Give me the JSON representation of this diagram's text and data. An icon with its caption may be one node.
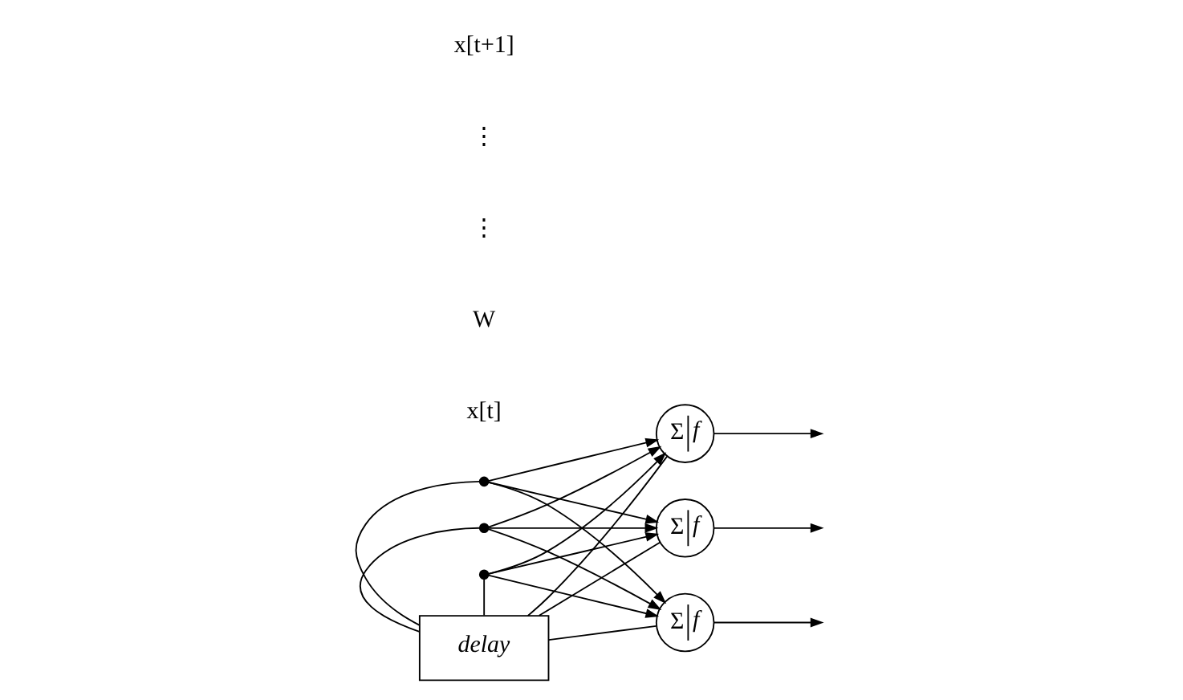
{
  "diagram": {
    "nodes": [
      {
        "text": [
          "delay"
        ]
      },
      {
        "text": [],
        "shape": "circle"
      },
      {
        "text": [],
        "shape": "circle"
      },
      {
        "text": [],
        "shape": "circle"
      },
      {
        "text": [
          "Σ",
          "f"
        ]
      },
      {
        "text": [
          "Σ",
          "f"
        ]
      },
      {
        "text": [
          "Σ",
          "f"
        ]
      }
    ],
    "edges": [
      {
        "from": 0,
        "to": 1,
        "arrow": "none"
      },
      {
        "from": 0,
        "to": 2,
        "arrow": "none"
      },
      {
        "from": 0,
        "to": 3,
        "arrow": "none"
      },
      {
        "from": 1,
        "to": 4,
        "arrow": "to"
      },
      {
        "from": 1,
        "to": 5,
        "arrow": "to"
      },
      {
        "from": 1,
        "to": 6,
        "arrow": "to"
      },
      {
        "from": 2,
        "to": 4,
        "arrow": "to"
      },
      {
        "from": 2,
        "to": 5,
        "arrow": "to"
      },
      {
        "from": 2,
        "to": 6,
        "arrow": "to"
      },
      {
        "from": 3,
        "to": 4,
        "arrow": "to"
      },
      {
        "from": 3,
        "to": 5,
        "arrow": "to"
      },
      {
        "from": 3,
        "to": 6,
        "arrow": "to"
      },
      {
        "from": 4,
        "to": 0,
        "arrow": "none"
      },
      {
        "from": 5,
        "to": 0,
        "arrow": "none"
      },
      {
        "from": 6,
        "to": 0,
        "arrow": "none"
      },
      {
        "from": 4,
        "to": null,
        "arrow": "to"
      },
      {
        "from": 5,
        "to": null,
        "arrow": "to"
      },
      {
        "from": 6,
        "to": null,
        "arrow": "to"
      }
    ],
    "labels": [
      "x[t]",
      "W",
      "⋮",
      "⋮",
      "x[t+1]"
    ]
  }
}
